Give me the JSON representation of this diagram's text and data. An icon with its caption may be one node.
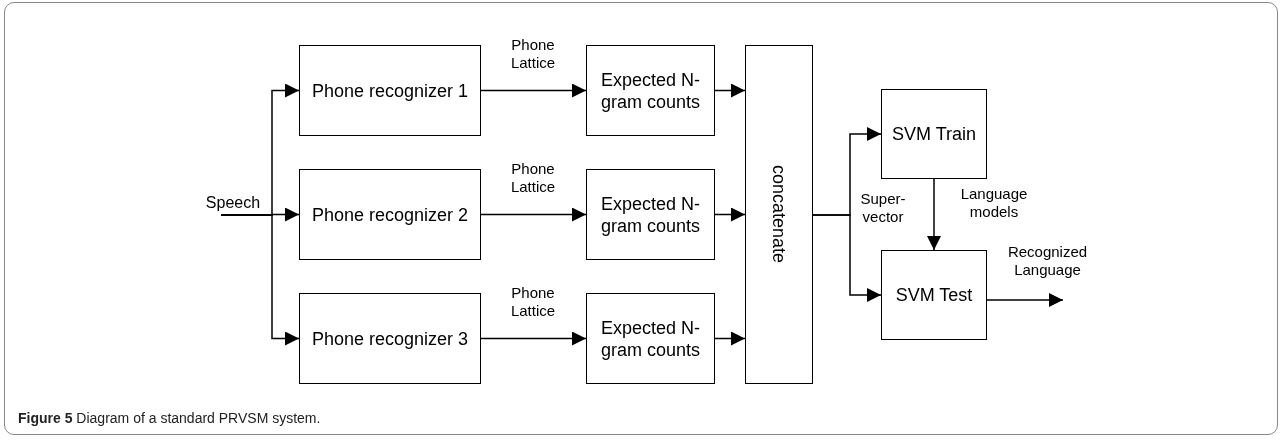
{
  "diagram": {
    "caption": "**Figure 5** Diagram of a standard PRVSM system.",
    "nodes": [
      {
        "text": [
          "Speech"
        ]
      },
      {
        "text": [
          "Phone recognizer 1"
        ]
      },
      {
        "text": [
          "Phone recognizer 2"
        ]
      },
      {
        "text": [
          "Phone recognizer 3"
        ]
      },
      {
        "text": [
          "Expected N-gram counts"
        ]
      },
      {
        "text": [
          "Expected N-gram counts"
        ]
      },
      {
        "text": [
          "Expected N-gram counts"
        ]
      },
      {
        "text": [
          "concatenate"
        ]
      },
      {
        "text": [
          "SVM Train"
        ]
      },
      {
        "text": [
          "SVM Test"
        ]
      }
    ],
    "edges": [
      {
        "from": 0,
        "to": 1,
        "arrow": "to"
      },
      {
        "from": 0,
        "to": 2,
        "arrow": "to"
      },
      {
        "from": 0,
        "to": 3,
        "arrow": "to"
      },
      {
        "from": 1,
        "to": 4,
        "arrow": "to",
        "label": "Phone Lattice"
      },
      {
        "from": 2,
        "to": 5,
        "arrow": "to",
        "label": "Phone Lattice"
      },
      {
        "from": 3,
        "to": 6,
        "arrow": "to",
        "label": "Phone Lattice"
      },
      {
        "from": 4,
        "to": 7,
        "arrow": "to"
      },
      {
        "from": 5,
        "to": 7,
        "arrow": "to"
      },
      {
        "from": 6,
        "to": 7,
        "arrow": "to"
      },
      {
        "from": 7,
        "to": 8,
        "arrow": "to",
        "label": "Super-vector"
      },
      {
        "from": 7,
        "to": 9,
        "arrow": "to"
      },
      {
        "from": 8,
        "to": 9,
        "arrow": "to",
        "label": "Language models"
      },
      {
        "from": 9,
        "to": null,
        "arrow": "to",
        "label": "Recognized Language"
      }
    ]
  }
}
